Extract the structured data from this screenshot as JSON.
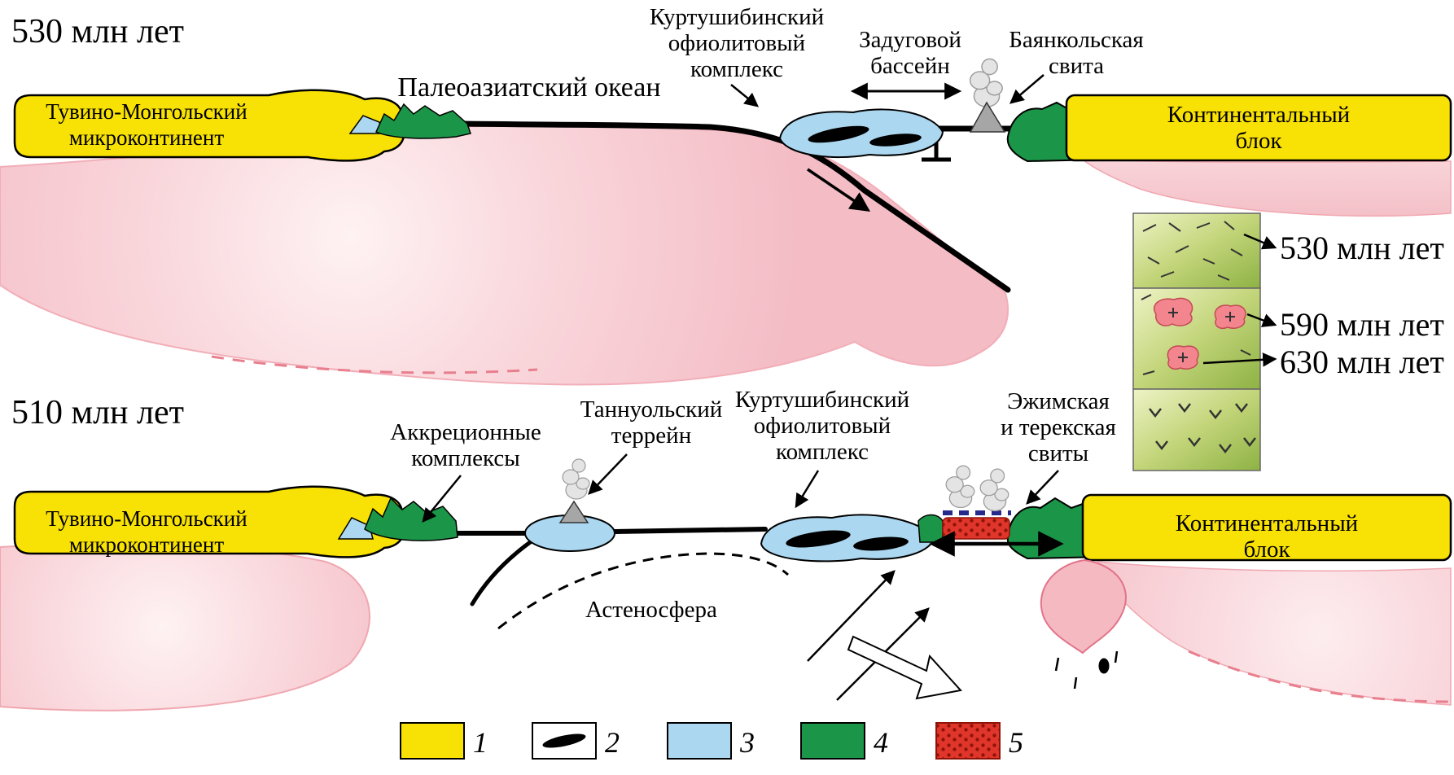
{
  "colors": {
    "yellow": "#F8E104",
    "green": "#1B9548",
    "blue": "#ABD7F0",
    "mantle_pink": "#F5BDC4",
    "red": "#E0352B",
    "gray_volcano": "#A6A6A6"
  },
  "sections": {
    "top": {
      "age": "530 млн лет",
      "microcontinent_l1": "Тувино-Монгольский",
      "microcontinent_l2": "микроконтинент",
      "ocean": "Палеоазиатский океан",
      "ophiolite_l1": "Куртушибинский",
      "ophiolite_l2": "офиолитовый",
      "ophiolite_l3": "комплекс",
      "backarc_l1": "Задуговой",
      "backarc_l2": "бассейн",
      "bayankol_l1": "Баянкольская",
      "bayankol_l2": "свита",
      "continental_l1": "Континентальный",
      "continental_l2": "блок"
    },
    "bottom": {
      "age": "510 млн лет",
      "accretion_l1": "Аккреционные",
      "accretion_l2": "комплексы",
      "tannuol_l1": "Таннуольский",
      "tannuol_l2": "террейн",
      "ophiolite_l1": "Куртушибинский",
      "ophiolite_l2": "офиолитовый",
      "ophiolite_l3": "комплекс",
      "ezhim_l1": "Эжимская",
      "ezhim_l2": "и терекская",
      "ezhim_l3": "свиты",
      "microcontinent_l1": "Тувино-Монгольский",
      "microcontinent_l2": "микроконтинент",
      "continental_l1": "Континентальный",
      "continental_l2": "блок",
      "asthenosphere": "Астеносфера"
    }
  },
  "age_legend": {
    "age1": "530 млн лет",
    "age2": "590 млн лет",
    "age3": "630 млн лет"
  },
  "legend": {
    "items": [
      {
        "num": "1"
      },
      {
        "num": "2"
      },
      {
        "num": "3"
      },
      {
        "num": "4"
      },
      {
        "num": "5"
      }
    ]
  }
}
